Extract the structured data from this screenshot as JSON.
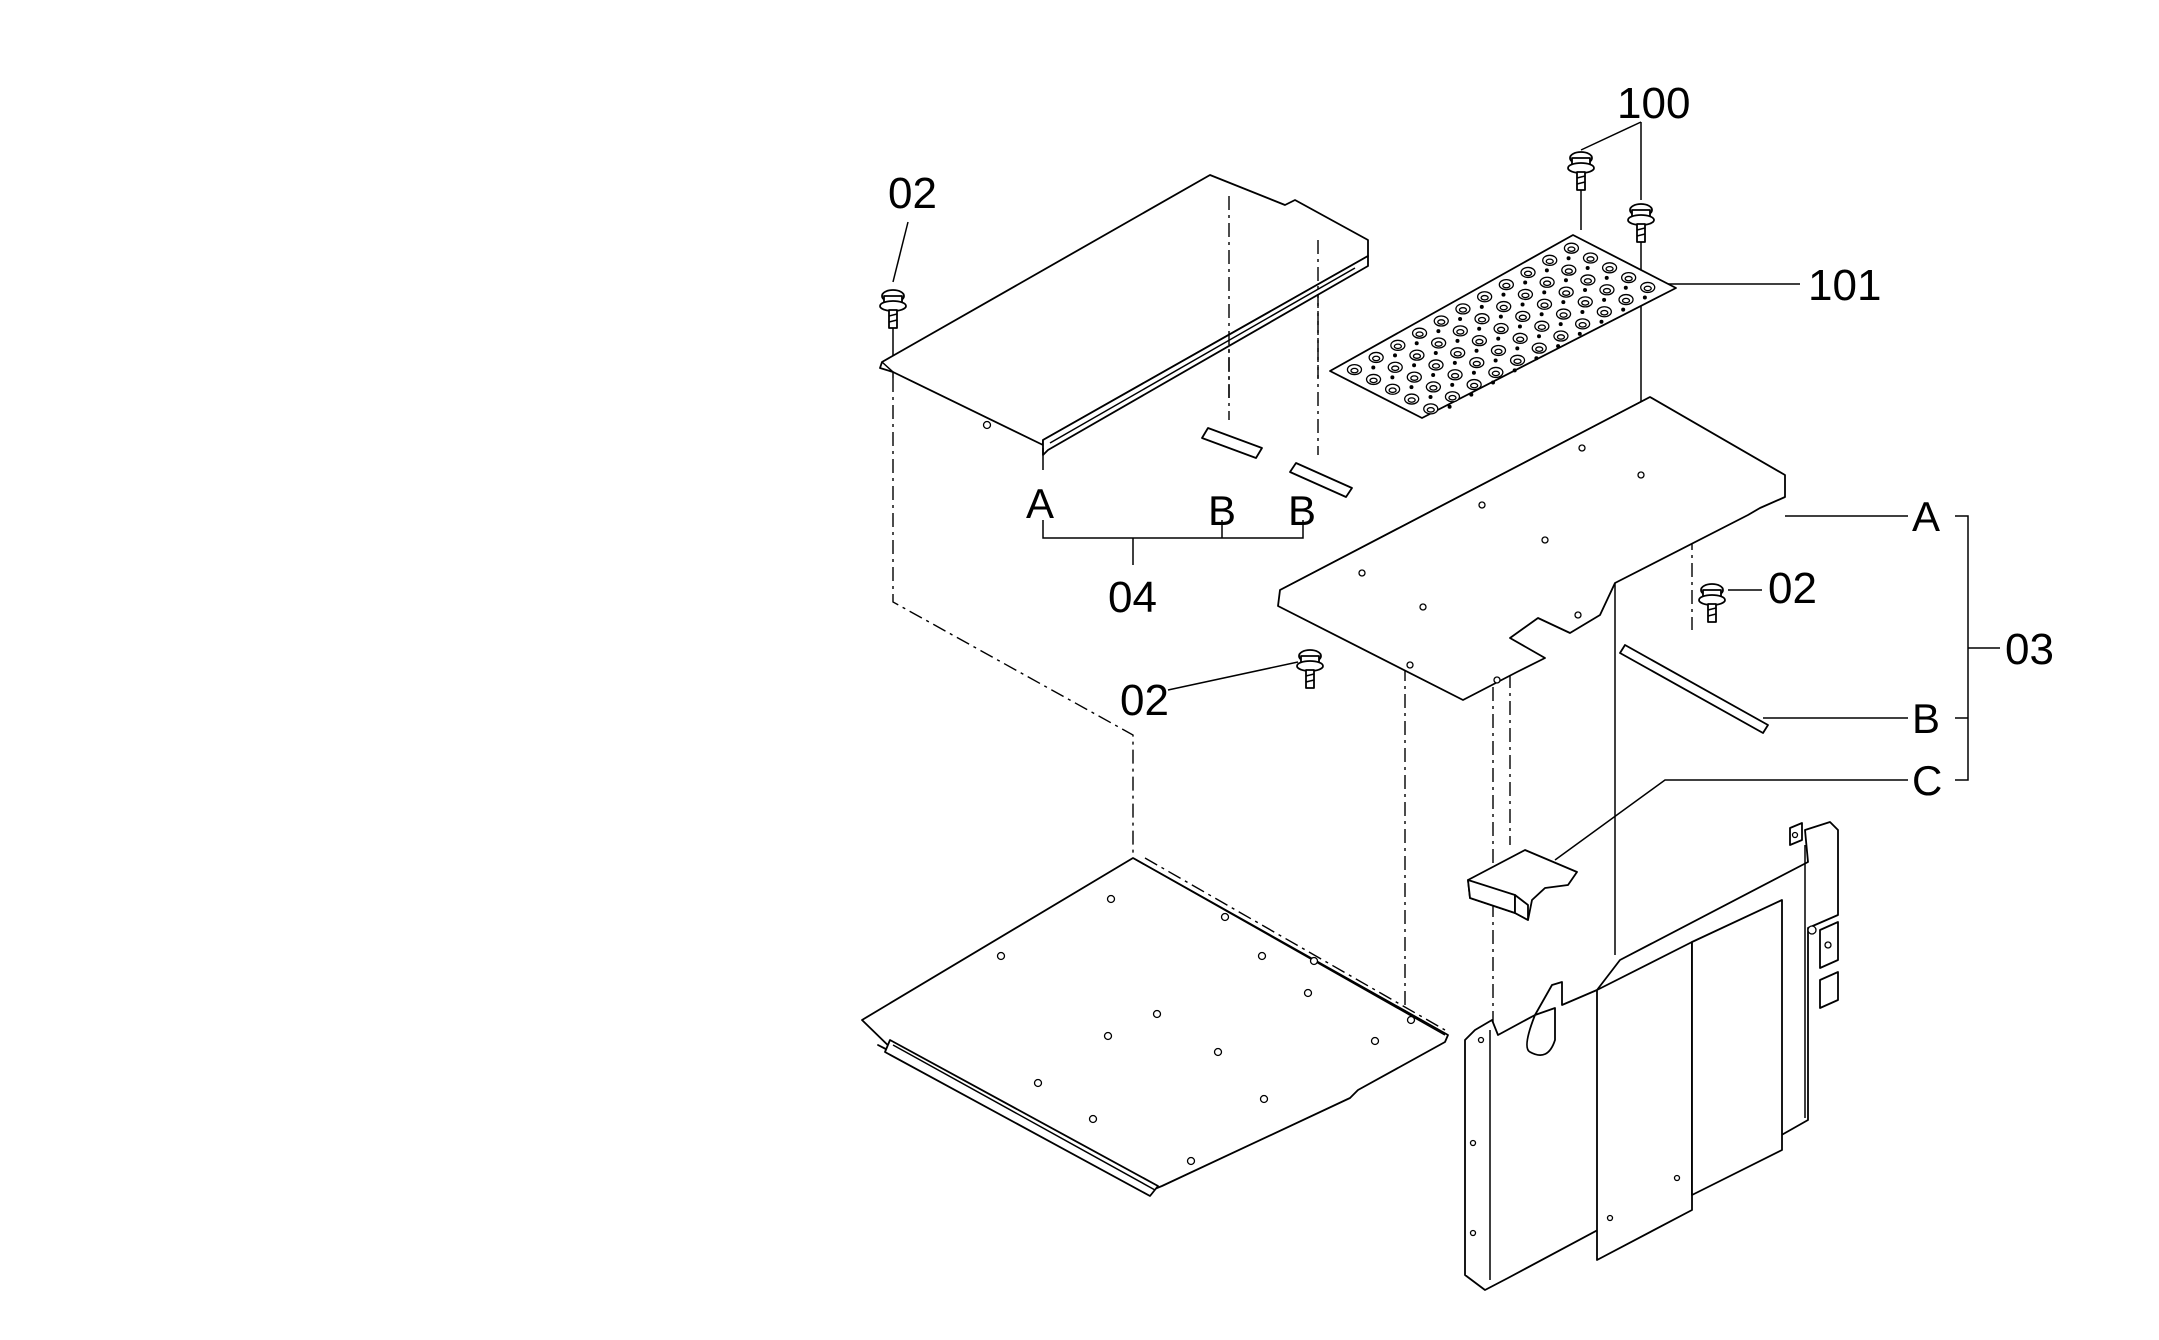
{
  "callouts": {
    "c02_top_left": "02",
    "c04": "04",
    "c02_mid": "02",
    "c02_right": "02",
    "c03": "03",
    "c100": "100",
    "c101": "101"
  },
  "letters": {
    "a_left": "A",
    "b_left_1": "B",
    "b_left_2": "B",
    "a_right": "A",
    "b_right": "B",
    "c_right": "C"
  }
}
